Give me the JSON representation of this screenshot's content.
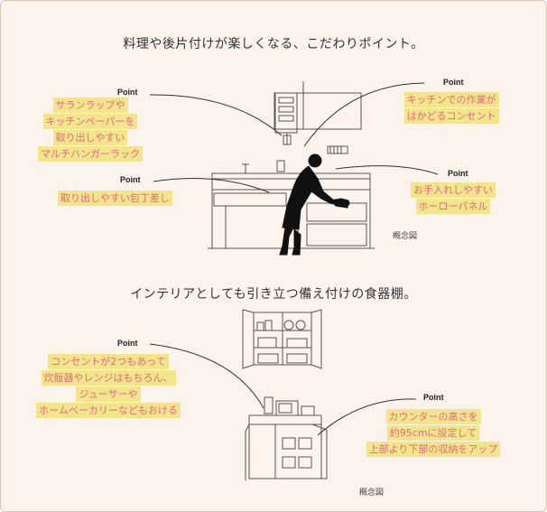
{
  "section1": {
    "heading": "料理や後片付けが楽しくなる、こだわりポイント。",
    "note": "概念図",
    "points": [
      {
        "marker": "Point",
        "lines": [
          "サランラップや",
          "キッチンペーパーを",
          "取り出しやすい",
          "マルチハンガーラック"
        ]
      },
      {
        "marker": "Point",
        "lines": [
          "キッチンでの作業が",
          "はかどるコンセント"
        ]
      },
      {
        "marker": "Point",
        "lines": [
          "取り出しやすい包丁差し"
        ]
      },
      {
        "marker": "Point",
        "lines": [
          "お手入れしやすい",
          "ホーローパネル"
        ]
      }
    ]
  },
  "section2": {
    "heading": "インテリアとしても引き立つ備え付けの食器棚。",
    "note": "概念図",
    "points": [
      {
        "marker": "Point",
        "lines": [
          "コンセントが2つもあって",
          "炊飯器やレンジはもちろん、",
          "ジューサーや",
          "ホームベーカリーなどもおける"
        ]
      },
      {
        "marker": "Point",
        "lines": [
          "カウンターの高さを",
          "約95cmに設定して",
          "上部より下部の収納をアップ"
        ]
      }
    ]
  },
  "colors": {
    "label_text": "#e66a78",
    "highlight": "#f3e58e",
    "background": "#fbf3ec",
    "line_art": "#555555",
    "silhouette": "#111111"
  }
}
